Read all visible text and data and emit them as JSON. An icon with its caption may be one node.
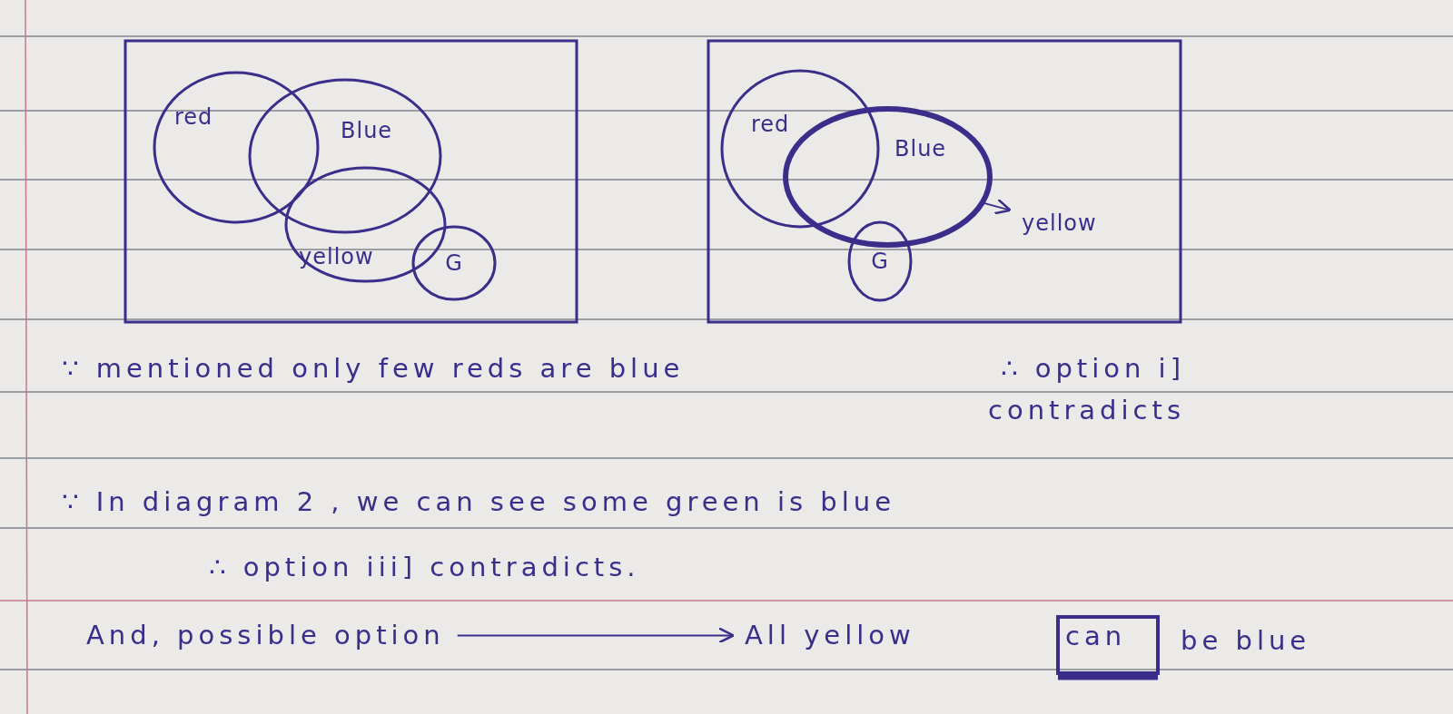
{
  "diagram": {
    "nodes": [
      {
        "text": [],
        "shape": "box"
      },
      {
        "text": [
          "red"
        ],
        "in": 0
      },
      {
        "text": [
          "Blue"
        ],
        "in": 0
      },
      {
        "text": [
          "yellow"
        ],
        "in": 0
      },
      {
        "text": [
          "G"
        ],
        "in": 0
      },
      {
        "text": [],
        "shape": "box"
      },
      {
        "text": [
          "red"
        ],
        "in": 5
      },
      {
        "text": [
          "Blue"
        ],
        "in": 5
      },
      {
        "text": [
          "G"
        ],
        "in": 5
      },
      {
        "text": [
          "yellow"
        ],
        "in": 5
      },
      {
        "text": [
          "And, possible option"
        ]
      },
      {
        "text": [
          "All yellow"
        ]
      },
      {
        "text": [
          "can"
        ]
      }
    ],
    "edges": [
      {
        "from": 7,
        "to": 9,
        "arrow": "to"
      },
      {
        "from": 10,
        "to": 11,
        "arrow": "to"
      }
    ],
    "labels": [
      "∵ mentioned only few reds are blue",
      "∴ option i] contradicts",
      "∵ In diagram 2 , we can see some green is blue",
      "∴ option iii] contradicts.",
      "be blue"
    ]
  }
}
